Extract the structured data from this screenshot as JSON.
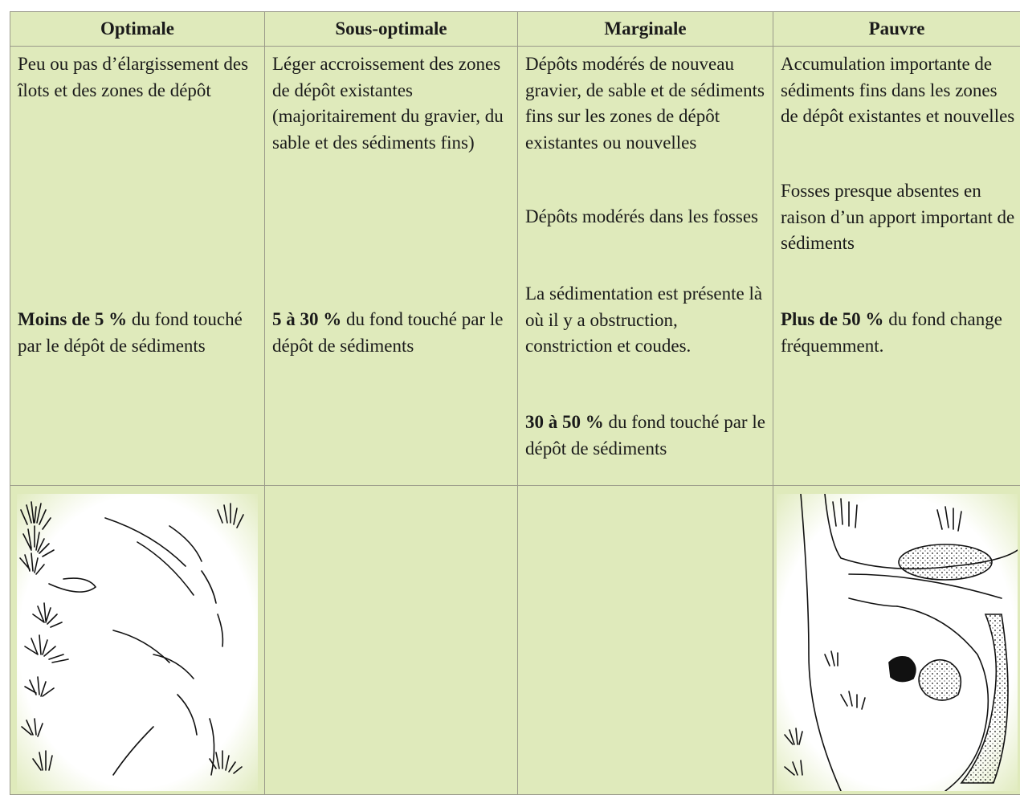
{
  "headers": [
    "Optimale",
    "Sous-optimale",
    "Marginale",
    "Pauvre"
  ],
  "cells": {
    "optimale": {
      "desc": "Peu ou pas d’élargissement des îlots et des zones de dépôt",
      "pct_bold": "Moins de 5 %",
      "pct_rest": " du fond touché par le dépôt de sédiments"
    },
    "sous_optimale": {
      "desc": "Léger accroissement des zones de dépôt existantes (majoritairement du gravier, du sable et des sédiments fins)",
      "pct_bold": "5 à 30 %",
      "pct_rest": " du fond touché par le dépôt de sédiments"
    },
    "marginale": {
      "desc1": "Dépôts modérés de nouveau gravier, de sable et de sédiments fins sur les zones de dépôt existantes ou nouvelles",
      "desc2": "Dépôts modérés dans les fosses",
      "desc3": "La sédimentation est présente là où il y a obstruction, constriction et coudes.",
      "pct_bold": "30 à 50 %",
      "pct_rest": " du fond touché par le dépôt de sédiments"
    },
    "pauvre": {
      "desc1": "Accumulation importante de sédiments fins dans les zones de dépôt existantes et nouvelles",
      "desc2": "Fosses presque absentes en raison d’un apport important de sédiments",
      "pct_bold": "Plus de 50 %",
      "pct_rest": " du fond change fréquemment."
    }
  },
  "colors": {
    "cell_bg": "#dfeabb",
    "border": "#9a9a8a",
    "text": "#1a1a1a"
  }
}
